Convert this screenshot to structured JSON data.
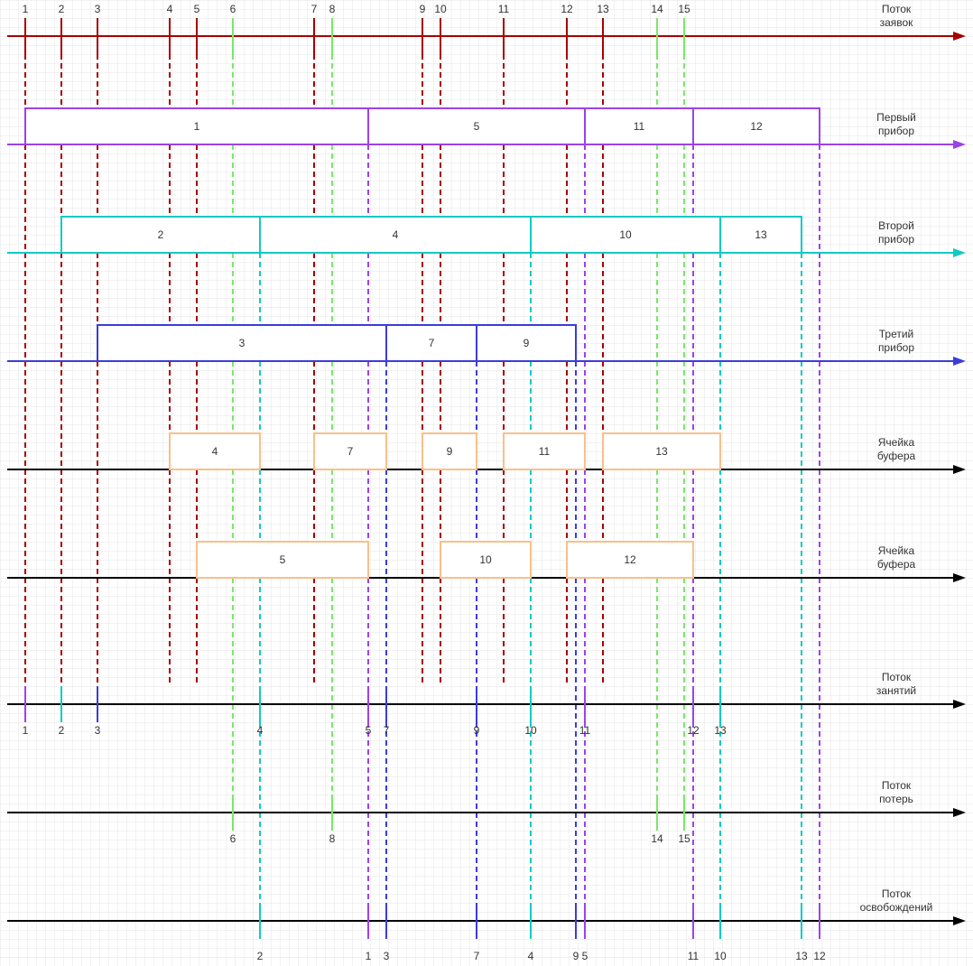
{
  "colors": {
    "arrivals": "#a50000",
    "device1": "#9b42e8",
    "device2": "#12c9c4",
    "device3": "#3c3cd8",
    "buffer": "#000000",
    "buffer_box": "#f9c089",
    "loss": "#7ae66a",
    "grid": "#e6e6e6"
  },
  "axes": [
    {
      "id": "arrivals",
      "label": [
        "Поток",
        "заявок"
      ],
      "color": "arrivals"
    },
    {
      "id": "device1",
      "label": [
        "Первый",
        "прибор"
      ],
      "color": "device1"
    },
    {
      "id": "device2",
      "label": [
        "Второй",
        "прибор"
      ],
      "color": "device2"
    },
    {
      "id": "device3",
      "label": [
        "Третий",
        "прибор"
      ],
      "color": "device3"
    },
    {
      "id": "buffer1",
      "label": [
        "Ячейка",
        "буфера"
      ],
      "color": "buffer"
    },
    {
      "id": "buffer2",
      "label": [
        "Ячейка",
        "буфера"
      ],
      "color": "buffer"
    },
    {
      "id": "occupancy",
      "label": [
        "Поток",
        "занятий"
      ],
      "color": "buffer"
    },
    {
      "id": "losses",
      "label": [
        "Поток",
        "потерь"
      ],
      "color": "buffer"
    },
    {
      "id": "releases",
      "label": [
        "Поток",
        "освобождений"
      ],
      "color": "buffer"
    }
  ],
  "arrivals": [
    {
      "label": "1",
      "t": 0,
      "lost": false,
      "occupy": 0
    },
    {
      "label": "2",
      "t": 2,
      "lost": false,
      "occupy": 2
    },
    {
      "label": "3",
      "t": 4,
      "lost": false,
      "occupy": 4
    },
    {
      "label": "4",
      "t": 8,
      "lost": false,
      "occupy": 13
    },
    {
      "label": "5",
      "t": 9.5,
      "lost": false,
      "occupy": 19
    },
    {
      "label": "6",
      "t": 11.5,
      "lost": true
    },
    {
      "label": "7",
      "t": 16,
      "lost": false,
      "occupy": 20
    },
    {
      "label": "8",
      "t": 17,
      "lost": true
    },
    {
      "label": "9",
      "t": 22,
      "lost": false,
      "occupy": 25
    },
    {
      "label": "10",
      "t": 23,
      "lost": false,
      "occupy": 28
    },
    {
      "label": "11",
      "t": 26.5,
      "lost": false,
      "occupy": 31
    },
    {
      "label": "12",
      "t": 30,
      "lost": false,
      "occupy": 37
    },
    {
      "label": "13",
      "t": 32,
      "lost": false,
      "occupy": 38.5
    },
    {
      "label": "14",
      "t": 35,
      "lost": true
    },
    {
      "label": "15",
      "t": 36.5,
      "lost": true
    }
  ],
  "service": [
    {
      "axis": "device1",
      "color": "device1",
      "label": "1",
      "start": 0,
      "end": 19
    },
    {
      "axis": "device1",
      "color": "device1",
      "label": "5",
      "start": 19,
      "end": 31
    },
    {
      "axis": "device1",
      "color": "device1",
      "label": "11",
      "start": 31,
      "end": 37
    },
    {
      "axis": "device1",
      "color": "device1",
      "label": "12",
      "start": 37,
      "end": 44
    },
    {
      "axis": "device2",
      "color": "device2",
      "label": "2",
      "start": 2,
      "end": 13
    },
    {
      "axis": "device2",
      "color": "device2",
      "label": "4",
      "start": 13,
      "end": 28
    },
    {
      "axis": "device2",
      "color": "device2",
      "label": "10",
      "start": 28,
      "end": 38.5
    },
    {
      "axis": "device2",
      "color": "device2",
      "label": "13",
      "start": 38.5,
      "end": 43
    },
    {
      "axis": "device3",
      "color": "device3",
      "label": "3",
      "start": 4,
      "end": 20
    },
    {
      "axis": "device3",
      "color": "device3",
      "label": "7",
      "start": 20,
      "end": 25
    },
    {
      "axis": "device3",
      "color": "device3",
      "label": "9",
      "start": 25,
      "end": 30.5
    }
  ],
  "buffer": [
    {
      "axis": "buffer1",
      "label": "4",
      "start": 8,
      "end": 13
    },
    {
      "axis": "buffer1",
      "label": "7",
      "start": 16,
      "end": 20
    },
    {
      "axis": "buffer1",
      "label": "9",
      "start": 22,
      "end": 25
    },
    {
      "axis": "buffer1",
      "label": "11",
      "start": 26.5,
      "end": 31
    },
    {
      "axis": "buffer1",
      "label": "13",
      "start": 32,
      "end": 38.5
    },
    {
      "axis": "buffer2",
      "label": "5",
      "start": 9.5,
      "end": 19
    },
    {
      "axis": "buffer2",
      "label": "10",
      "start": 23,
      "end": 28
    },
    {
      "axis": "buffer2",
      "label": "12",
      "start": 30,
      "end": 37
    }
  ],
  "occupancy_events": [
    {
      "label": "1",
      "t": 0,
      "color": "device1"
    },
    {
      "label": "2",
      "t": 2,
      "color": "device2"
    },
    {
      "label": "3",
      "t": 4,
      "color": "device3"
    },
    {
      "label": "4",
      "t": 13,
      "color": "device2"
    },
    {
      "label": "5",
      "t": 19,
      "color": "device1"
    },
    {
      "label": "7",
      "t": 20,
      "color": "device3"
    },
    {
      "label": "9",
      "t": 25,
      "color": "device3"
    },
    {
      "label": "10",
      "t": 28,
      "color": "device2"
    },
    {
      "label": "11",
      "t": 31,
      "color": "device1"
    },
    {
      "label": "12",
      "t": 37,
      "color": "device1"
    },
    {
      "label": "13",
      "t": 38.5,
      "color": "device2"
    }
  ],
  "loss_events": [
    {
      "label": "6",
      "t": 11.5
    },
    {
      "label": "8",
      "t": 17
    },
    {
      "label": "14",
      "t": 35
    },
    {
      "label": "15",
      "t": 36.5
    }
  ],
  "release_events": [
    {
      "label": "2",
      "t": 13,
      "color": "device2"
    },
    {
      "label": "1",
      "t": 19,
      "color": "device1"
    },
    {
      "label": "3",
      "t": 20,
      "color": "device3"
    },
    {
      "label": "7",
      "t": 25,
      "color": "device3"
    },
    {
      "label": "4",
      "t": 28,
      "color": "device2"
    },
    {
      "label": "9",
      "t": 30.5,
      "color": "device3"
    },
    {
      "label": "5",
      "t": 31,
      "color": "device1"
    },
    {
      "label": "11",
      "t": 37,
      "color": "device1"
    },
    {
      "label": "10",
      "t": 38.5,
      "color": "device2"
    },
    {
      "label": "13",
      "t": 43,
      "color": "device2"
    },
    {
      "label": "12",
      "t": 44,
      "color": "device1"
    }
  ],
  "release_label_overrides": {
    "9": "9 5"
  }
}
